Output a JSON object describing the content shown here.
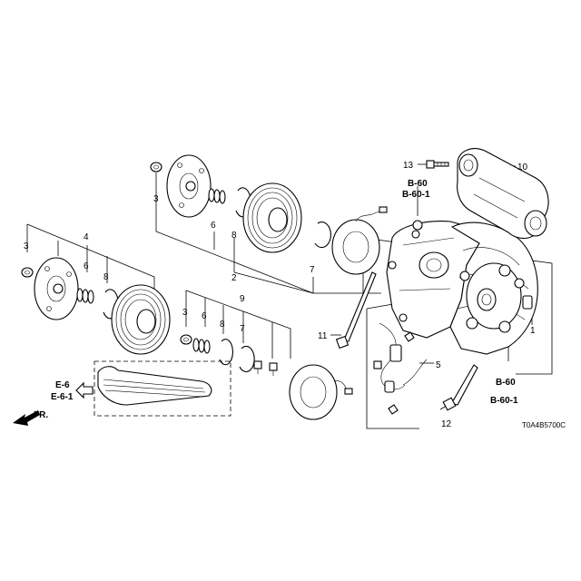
{
  "diagram_code": "T0A4B5700C",
  "callouts": {
    "n1": "1",
    "n2": "2",
    "n3a": "3",
    "n3b": "3",
    "n3c": "3",
    "n4": "4",
    "n5": "5",
    "n6a": "6",
    "n6b": "6",
    "n6c": "6",
    "n7a": "7",
    "n7b": "7",
    "n8a": "8",
    "n8b": "8",
    "n8c": "8",
    "n9": "9",
    "n10": "10",
    "n11": "11",
    "n12": "12",
    "n13": "13"
  },
  "refs": {
    "b60_top": "B-60",
    "b601_top": "B-60-1",
    "b60_bot": "B-60",
    "b601_bot": "B-60-1",
    "e6": "E-6",
    "e61": "E-6-1"
  },
  "front_label": "FR."
}
